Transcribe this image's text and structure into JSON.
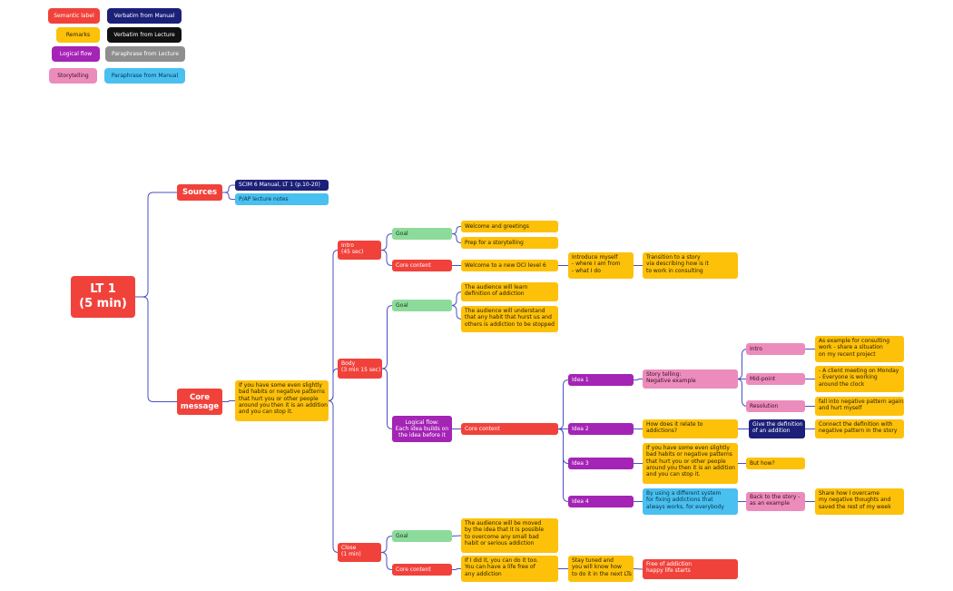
{
  "legend": {
    "semantic": "Semantic label",
    "manual_verbatim": "Verbatim from Manual",
    "remarks": "Remarks",
    "lecture_verbatim": "Verbatim from Lecture",
    "logical": "Logical flow",
    "lecture_paraphrase": "Paraphrase from Lecture",
    "storytelling": "Storytelling",
    "manual_paraphrase": "Paraphrase from Manual"
  },
  "root": "LT 1\n(5 min)",
  "sources": {
    "label": "Sources",
    "manual": "SCIM 6 Manual, LT 1 (p.10-20)",
    "lecture": "P/AP lecture notes"
  },
  "core": {
    "label": "Core\nmessage",
    "text": "If you have some even slightly\nbad habits or negative patterns\nthat hurt you or other people\naround you then it is an addition\nand you can stop it."
  },
  "intro": {
    "label": "Intro\n(45 sec)",
    "goal": "Goal",
    "goal_1": "Welcome and greetings",
    "goal_2": "Prep for a storytelling",
    "content": "Core content",
    "content_1": "Welcome to a new DCI level 6",
    "content_2": "Introduce myself\n- where I am from\n- what I do",
    "content_3": "Transition to a story\nvia describing how is it\nto work in consulting"
  },
  "body": {
    "label": "Body\n(3 min 15 sec)",
    "goal": "Goal",
    "goal_1": "The audience will learn\ndefinition of addiction",
    "goal_2": "The audience will understand\nthat any habit that hurst us and\nothers is addiction to be stopped",
    "logic": "Logical flow:\nEach idea builds on\nthe idea before it",
    "content": "Core content",
    "idea1": "Idea 1",
    "idea1_text": "Story telling:\nNegative example",
    "s_intro": "Intro",
    "s_intro_text": "As example for consulting\nwork - share a situation\non my recent project",
    "s_mid": "Mid-point",
    "s_mid_text": "- A client meeting on Monday\n- Everyone is working\naround the clock",
    "s_res": "Resolution",
    "s_res_text": "fall into negative pattern again\nand hurt myself",
    "idea2": "Idea 2",
    "idea2_text": "How does it relate to\naddictions?",
    "idea2_def": "Give the definition\nof an addition",
    "idea2_conn": "Connect the definition with\nnegative pattern in the story",
    "idea3": "Idea 3",
    "idea3_text": "If you have some even slightly\nbad habits or negative patterns\nthat hurt you or other people\naround you then it is an addition\nand you can stop it.",
    "idea3_how": "But how?",
    "idea4": "Idea 4",
    "idea4_text": "By using a different system\nfor fixing addictions that\nalways works, for everybody",
    "idea4_back": "Back to the story -\nas an example",
    "idea4_share": "Share how I overcame\nmy negative thoughts and\nsaved the rest of my week"
  },
  "close": {
    "label": "Close\n(1 min)",
    "goal": "Goal",
    "goal_1": "The audience will be moved\nby the idea that it is possible\nto overcome any small bad\nhabit or serious addiction",
    "content": "Core content",
    "content_1": "If I did it, you can do it too.\nYou can have a life free of\nany addiction",
    "content_2": "Stay tuned and\nyou will know how\nto do it in the next LTs",
    "content_3": "Free of addiction\nhappy life starts"
  },
  "colors": {
    "semantic": "#f0423b",
    "remarks": "#fdc10a",
    "logical": "#a424b5",
    "storytelling": "#ec8cbc",
    "manual_verbatim": "#1c2078",
    "lecture_verbatim": "#111111",
    "lecture_paraphrase": "#8e8e8e",
    "manual_paraphrase": "#49c0f0",
    "goal": "#8ddb9b",
    "connector": "#4a4fc4"
  }
}
